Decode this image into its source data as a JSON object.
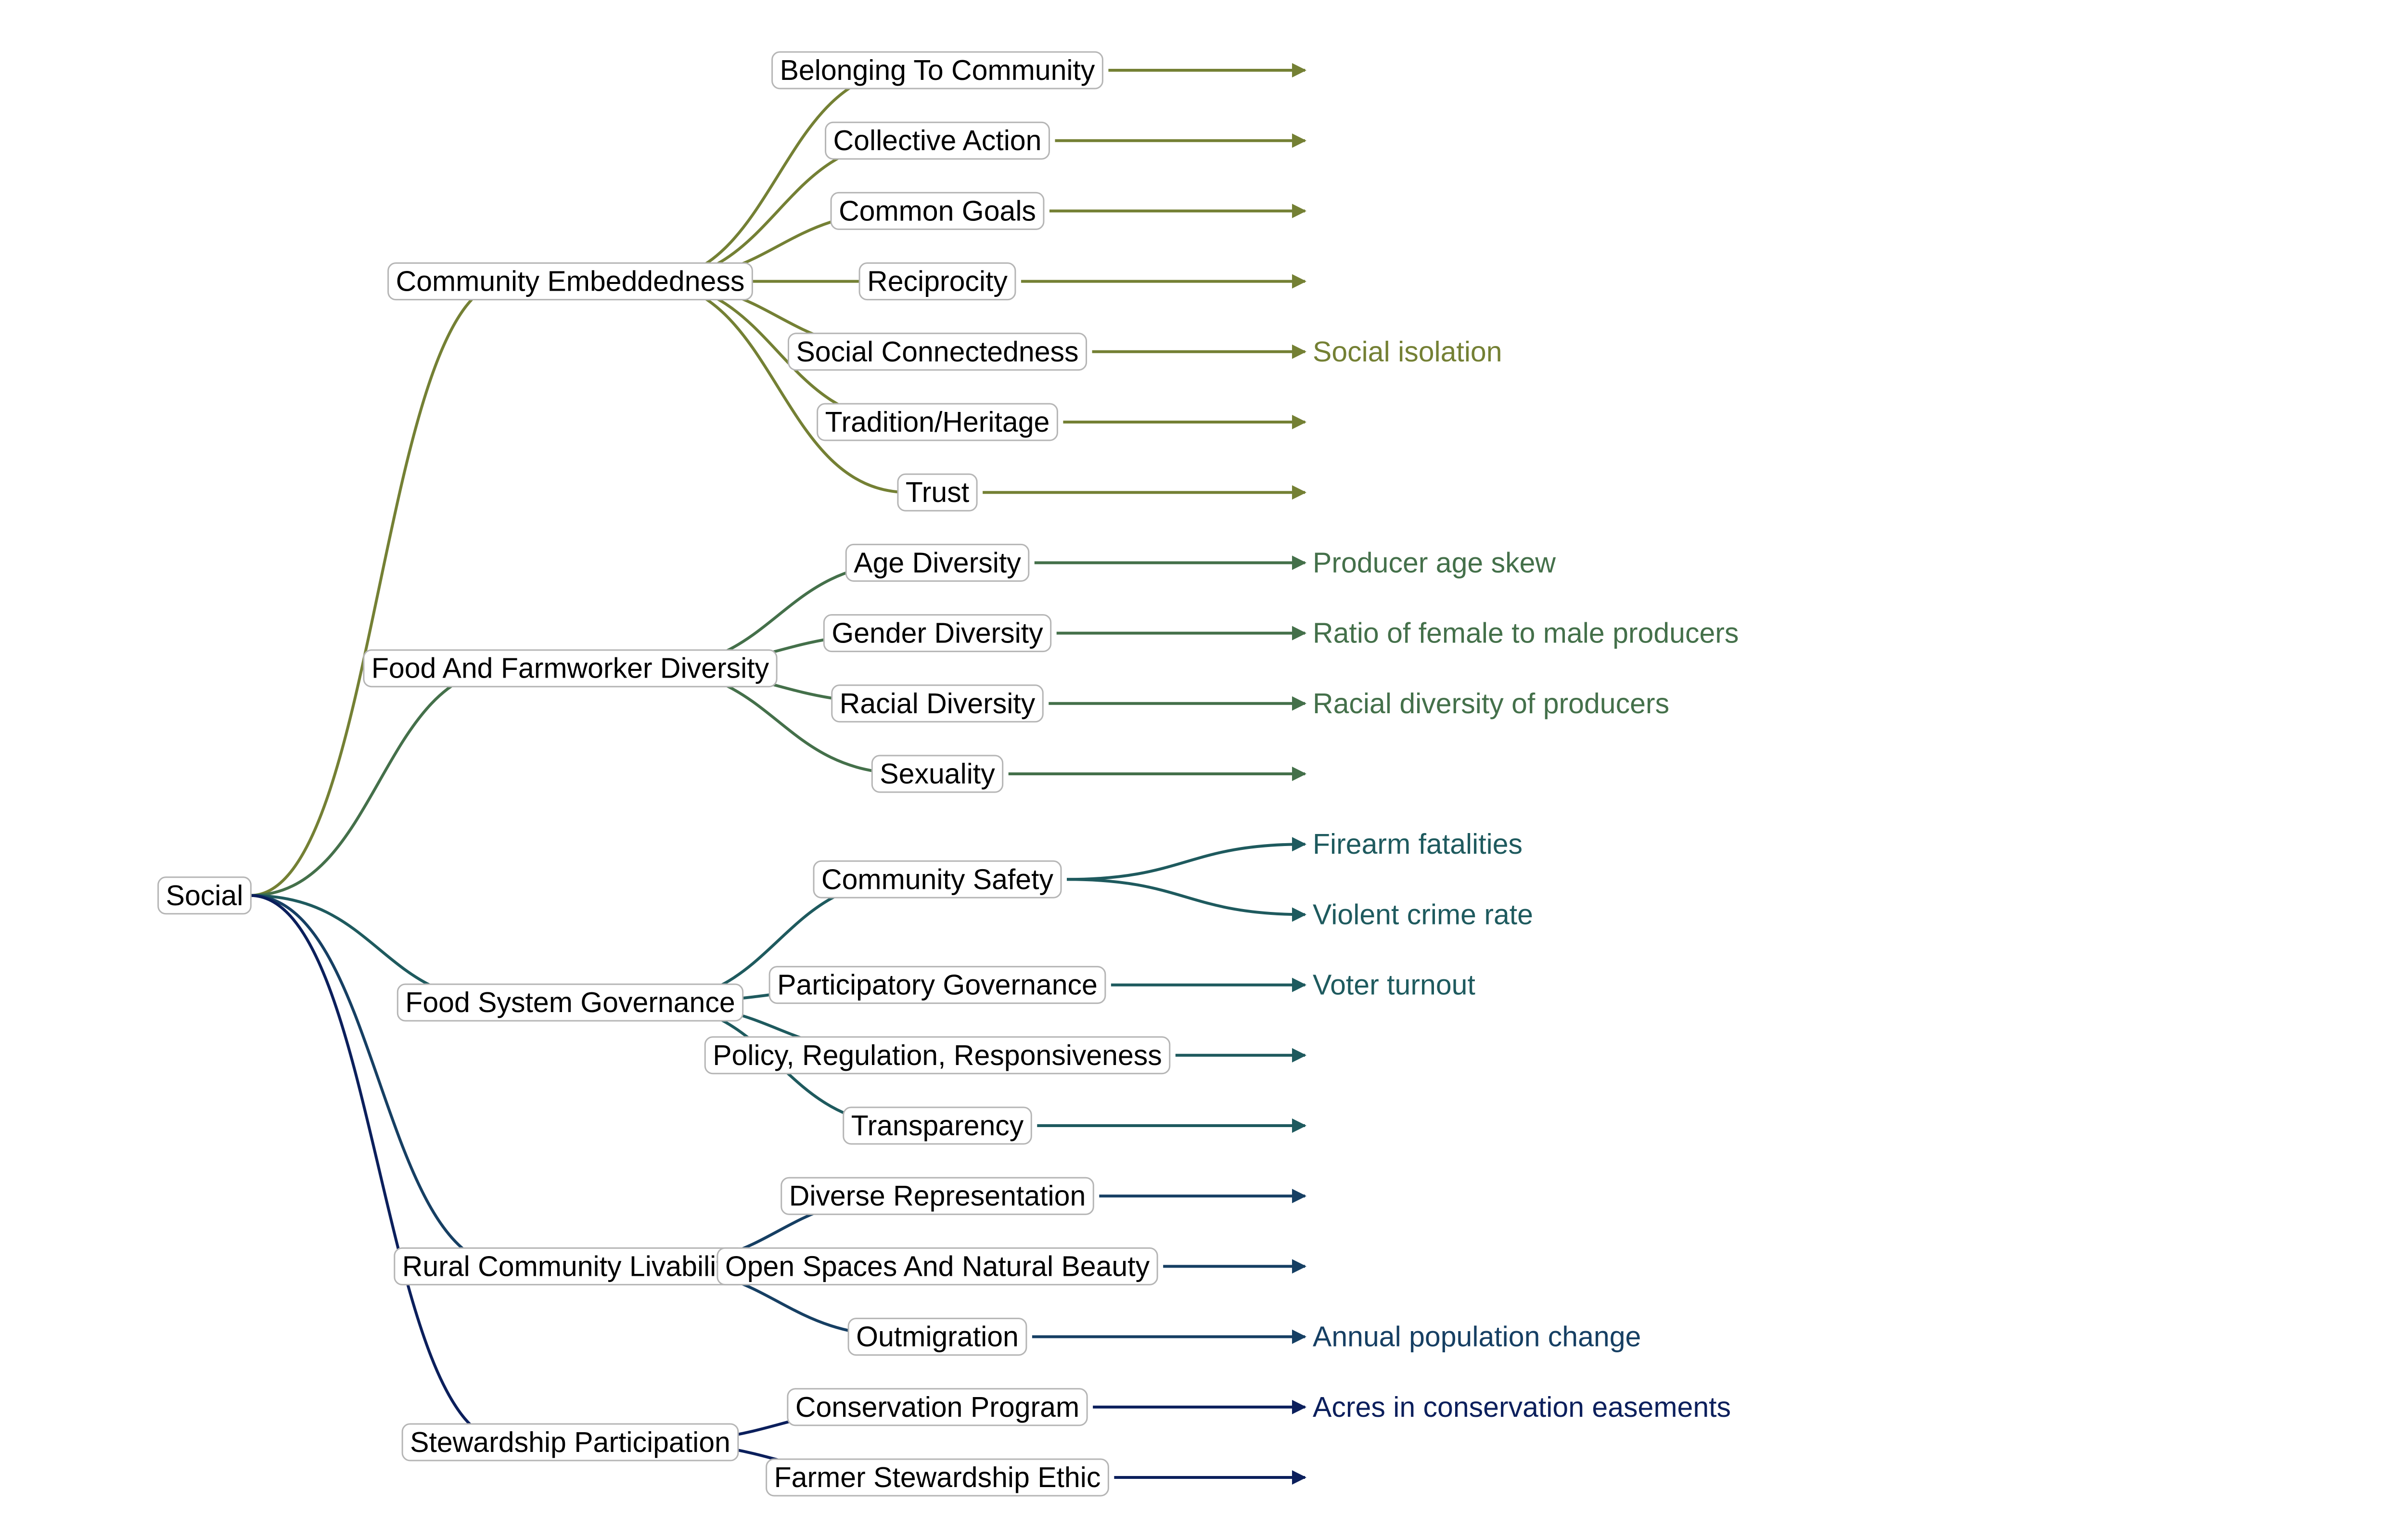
{
  "root": "Social",
  "branches": [
    {
      "label": "Community Embeddedness",
      "color": "#748034",
      "children": [
        {
          "label": "Belonging To Community",
          "outcomes": []
        },
        {
          "label": "Collective Action",
          "outcomes": []
        },
        {
          "label": "Common Goals",
          "outcomes": []
        },
        {
          "label": "Reciprocity",
          "outcomes": []
        },
        {
          "label": "Social Connectedness",
          "outcomes": [
            "Social isolation"
          ]
        },
        {
          "label": "Tradition/Heritage",
          "outcomes": []
        },
        {
          "label": "Trust",
          "outcomes": []
        }
      ]
    },
    {
      "label": "Food And Farmworker Diversity",
      "color": "#44704a",
      "children": [
        {
          "label": "Age Diversity",
          "outcomes": [
            "Producer age skew"
          ]
        },
        {
          "label": "Gender Diversity",
          "outcomes": [
            "Ratio of female to male producers"
          ]
        },
        {
          "label": "Racial Diversity",
          "outcomes": [
            "Racial diversity of producers"
          ]
        },
        {
          "label": "Sexuality",
          "outcomes": []
        }
      ]
    },
    {
      "label": "Food System Governance",
      "color": "#1e5a5e",
      "children": [
        {
          "label": "Community Safety",
          "outcomes": [
            "Firearm fatalities",
            "Violent crime rate"
          ]
        },
        {
          "label": "Participatory Governance",
          "outcomes": [
            "Voter turnout"
          ]
        },
        {
          "label": "Policy, Regulation, Responsiveness",
          "outcomes": []
        },
        {
          "label": "Transparency",
          "outcomes": []
        }
      ]
    },
    {
      "label": "Rural Community Livability",
      "color": "#163f63",
      "children": [
        {
          "label": "Diverse Representation",
          "outcomes": []
        },
        {
          "label": "Open Spaces And Natural Beauty",
          "outcomes": []
        },
        {
          "label": "Outmigration",
          "outcomes": [
            "Annual population change"
          ]
        }
      ]
    },
    {
      "label": "Stewardship Participation",
      "color": "#0b1f5c",
      "children": [
        {
          "label": "Conservation Program",
          "outcomes": [
            "Acres in conservation easements"
          ]
        },
        {
          "label": "Farmer Stewardship Ethic",
          "outcomes": []
        }
      ]
    }
  ]
}
